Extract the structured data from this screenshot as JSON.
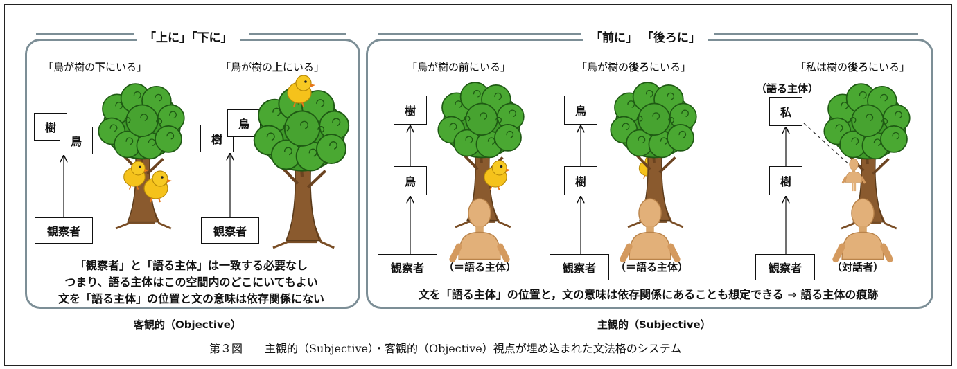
{
  "left_panel": {
    "title": "「上に」「下に」",
    "quote_below": {
      "pre": "「鳥が樹の",
      "em": "下",
      "post": "にいる」"
    },
    "quote_above": {
      "pre": "「鳥が樹の",
      "em": "上",
      "post": "にいる」"
    },
    "box_tree": "樹",
    "box_bird": "鳥",
    "box_observer": "観察者",
    "notes": [
      "「観察者」と「語る主体」は一致する必要なし",
      "つまり、語る主体はこの空間内のどこにいてもよい",
      "文を「語る主体」の位置と文の意味は依存関係にない"
    ],
    "label": "客観的（Objective）"
  },
  "right_panel": {
    "title": "「前に」 「後ろに」",
    "quote_front": {
      "pre": "「鳥が樹の",
      "em": "前",
      "post": "にいる」"
    },
    "quote_behind": {
      "pre": "「鳥が樹の",
      "em": "後ろ",
      "post": "にいる」"
    },
    "quote_me": {
      "pre": "「私は樹の",
      "em": "後ろ",
      "post": "にいる」"
    },
    "speaker_label": "（語る主体）",
    "box_tree": "樹",
    "box_bird": "鳥",
    "box_me": "私",
    "box_observer": "観察者",
    "eq_speaker": "（＝語る主体）",
    "interlocutor": "（対話者）",
    "note": "文を「語る主体」の位置と，文の意味は依存関係にあることも想定できる ⇒ 語る主体の痕跡",
    "label": "主観的（Subjective）"
  },
  "figure_caption": "第３図　　主観的（Subjective）・客観的（Objective）視点が埋め込まれた文法格のシステム",
  "colors": {
    "panel_border": "#7c8e96",
    "foliage": "#3f9a2a",
    "foliage_dark": "#2a6e1c",
    "trunk": "#8a5a2e",
    "chick": "#f5c21b",
    "mannequin": "#e2b079"
  }
}
